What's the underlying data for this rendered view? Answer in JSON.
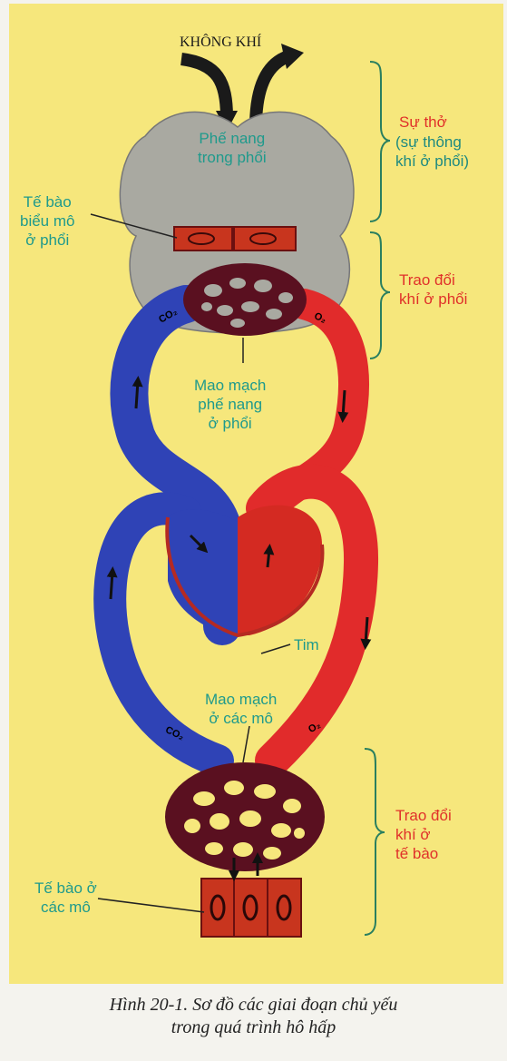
{
  "labels": {
    "air": "KHÔNG KHÍ",
    "alveoli": [
      "Phế nang",
      "trong phổi"
    ],
    "epithelial": [
      "Tế bào",
      "biểu mô",
      "ở phổi"
    ],
    "breathing": [
      "Sự thở",
      "(sự thông",
      "khí ở phổi)"
    ],
    "lung_exchange": [
      "Trao đổi",
      "khí ở phổi"
    ],
    "alveolar_capillary": [
      "Mao mạch",
      "phế nang",
      "ở phổi"
    ],
    "heart": "Tim",
    "tissue_capillary": [
      "Mao mạch",
      "ở các mô"
    ],
    "cell_exchange": [
      "Trao đổi",
      "khí ở",
      "tế bào"
    ],
    "tissue_cells": [
      "Tế bào ở",
      "các mô"
    ],
    "co2_top": "CO₂",
    "o2_top": "O₂",
    "co2_bottom": "CO₂",
    "o2_bottom": "O₂"
  },
  "caption": {
    "line1": "Hình 20-1. Sơ đồ các giai đoạn chủ yếu",
    "line2": "trong quá trình hô hấp"
  },
  "colors": {
    "background": "#f6e77c",
    "lung": "#a9a9a1",
    "deoxygenated": "#2f43b6",
    "oxygenated": "#e12b2b",
    "capillary": "#5a1020",
    "cell": "#c8351e",
    "label_teal": "#1f9a8c",
    "label_red": "#e0312a"
  }
}
